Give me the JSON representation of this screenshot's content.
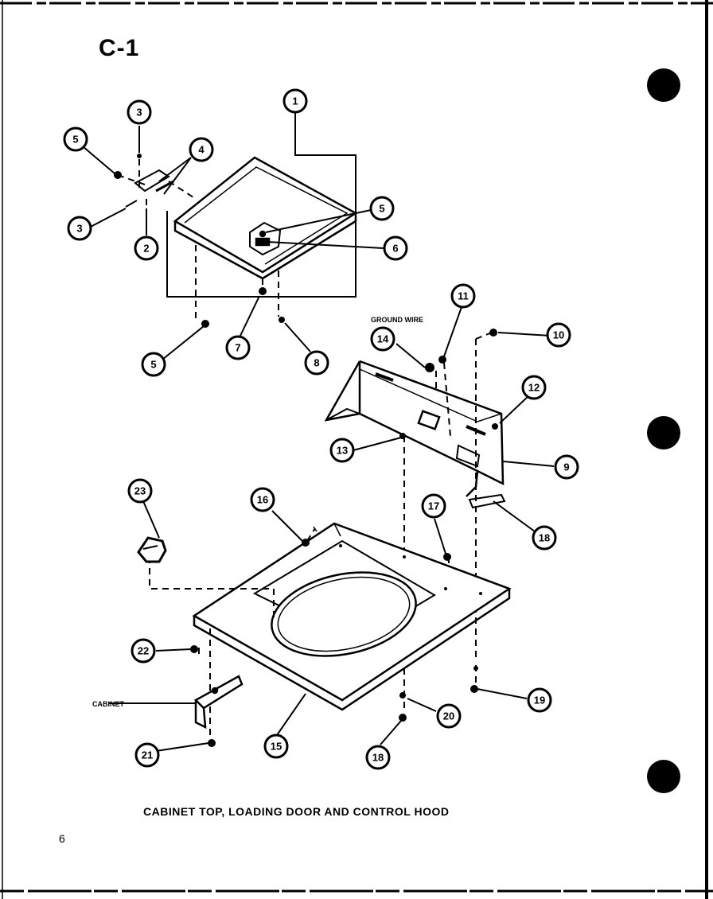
{
  "section_id": "C-1",
  "caption": "CABINET TOP, LOADING DOOR AND CONTROL HOOD",
  "page_number": "6",
  "labels": {
    "ground_wire": "GROUND WIRE",
    "cabinet": "CABINET"
  },
  "callouts": {
    "c1": "1",
    "c2": "2",
    "c3a": "3",
    "c3b": "3",
    "c4": "4",
    "c5a": "5",
    "c5b": "5",
    "c5c": "5",
    "c6": "6",
    "c7": "7",
    "c8": "8",
    "c9": "9",
    "c10": "10",
    "c11": "11",
    "c12": "12",
    "c13": "13",
    "c14": "14",
    "c15": "15",
    "c16": "16",
    "c17": "17",
    "c18a": "18",
    "c18b": "18",
    "c19": "19",
    "c20": "20",
    "c21": "21",
    "c22": "22",
    "c23": "23"
  }
}
